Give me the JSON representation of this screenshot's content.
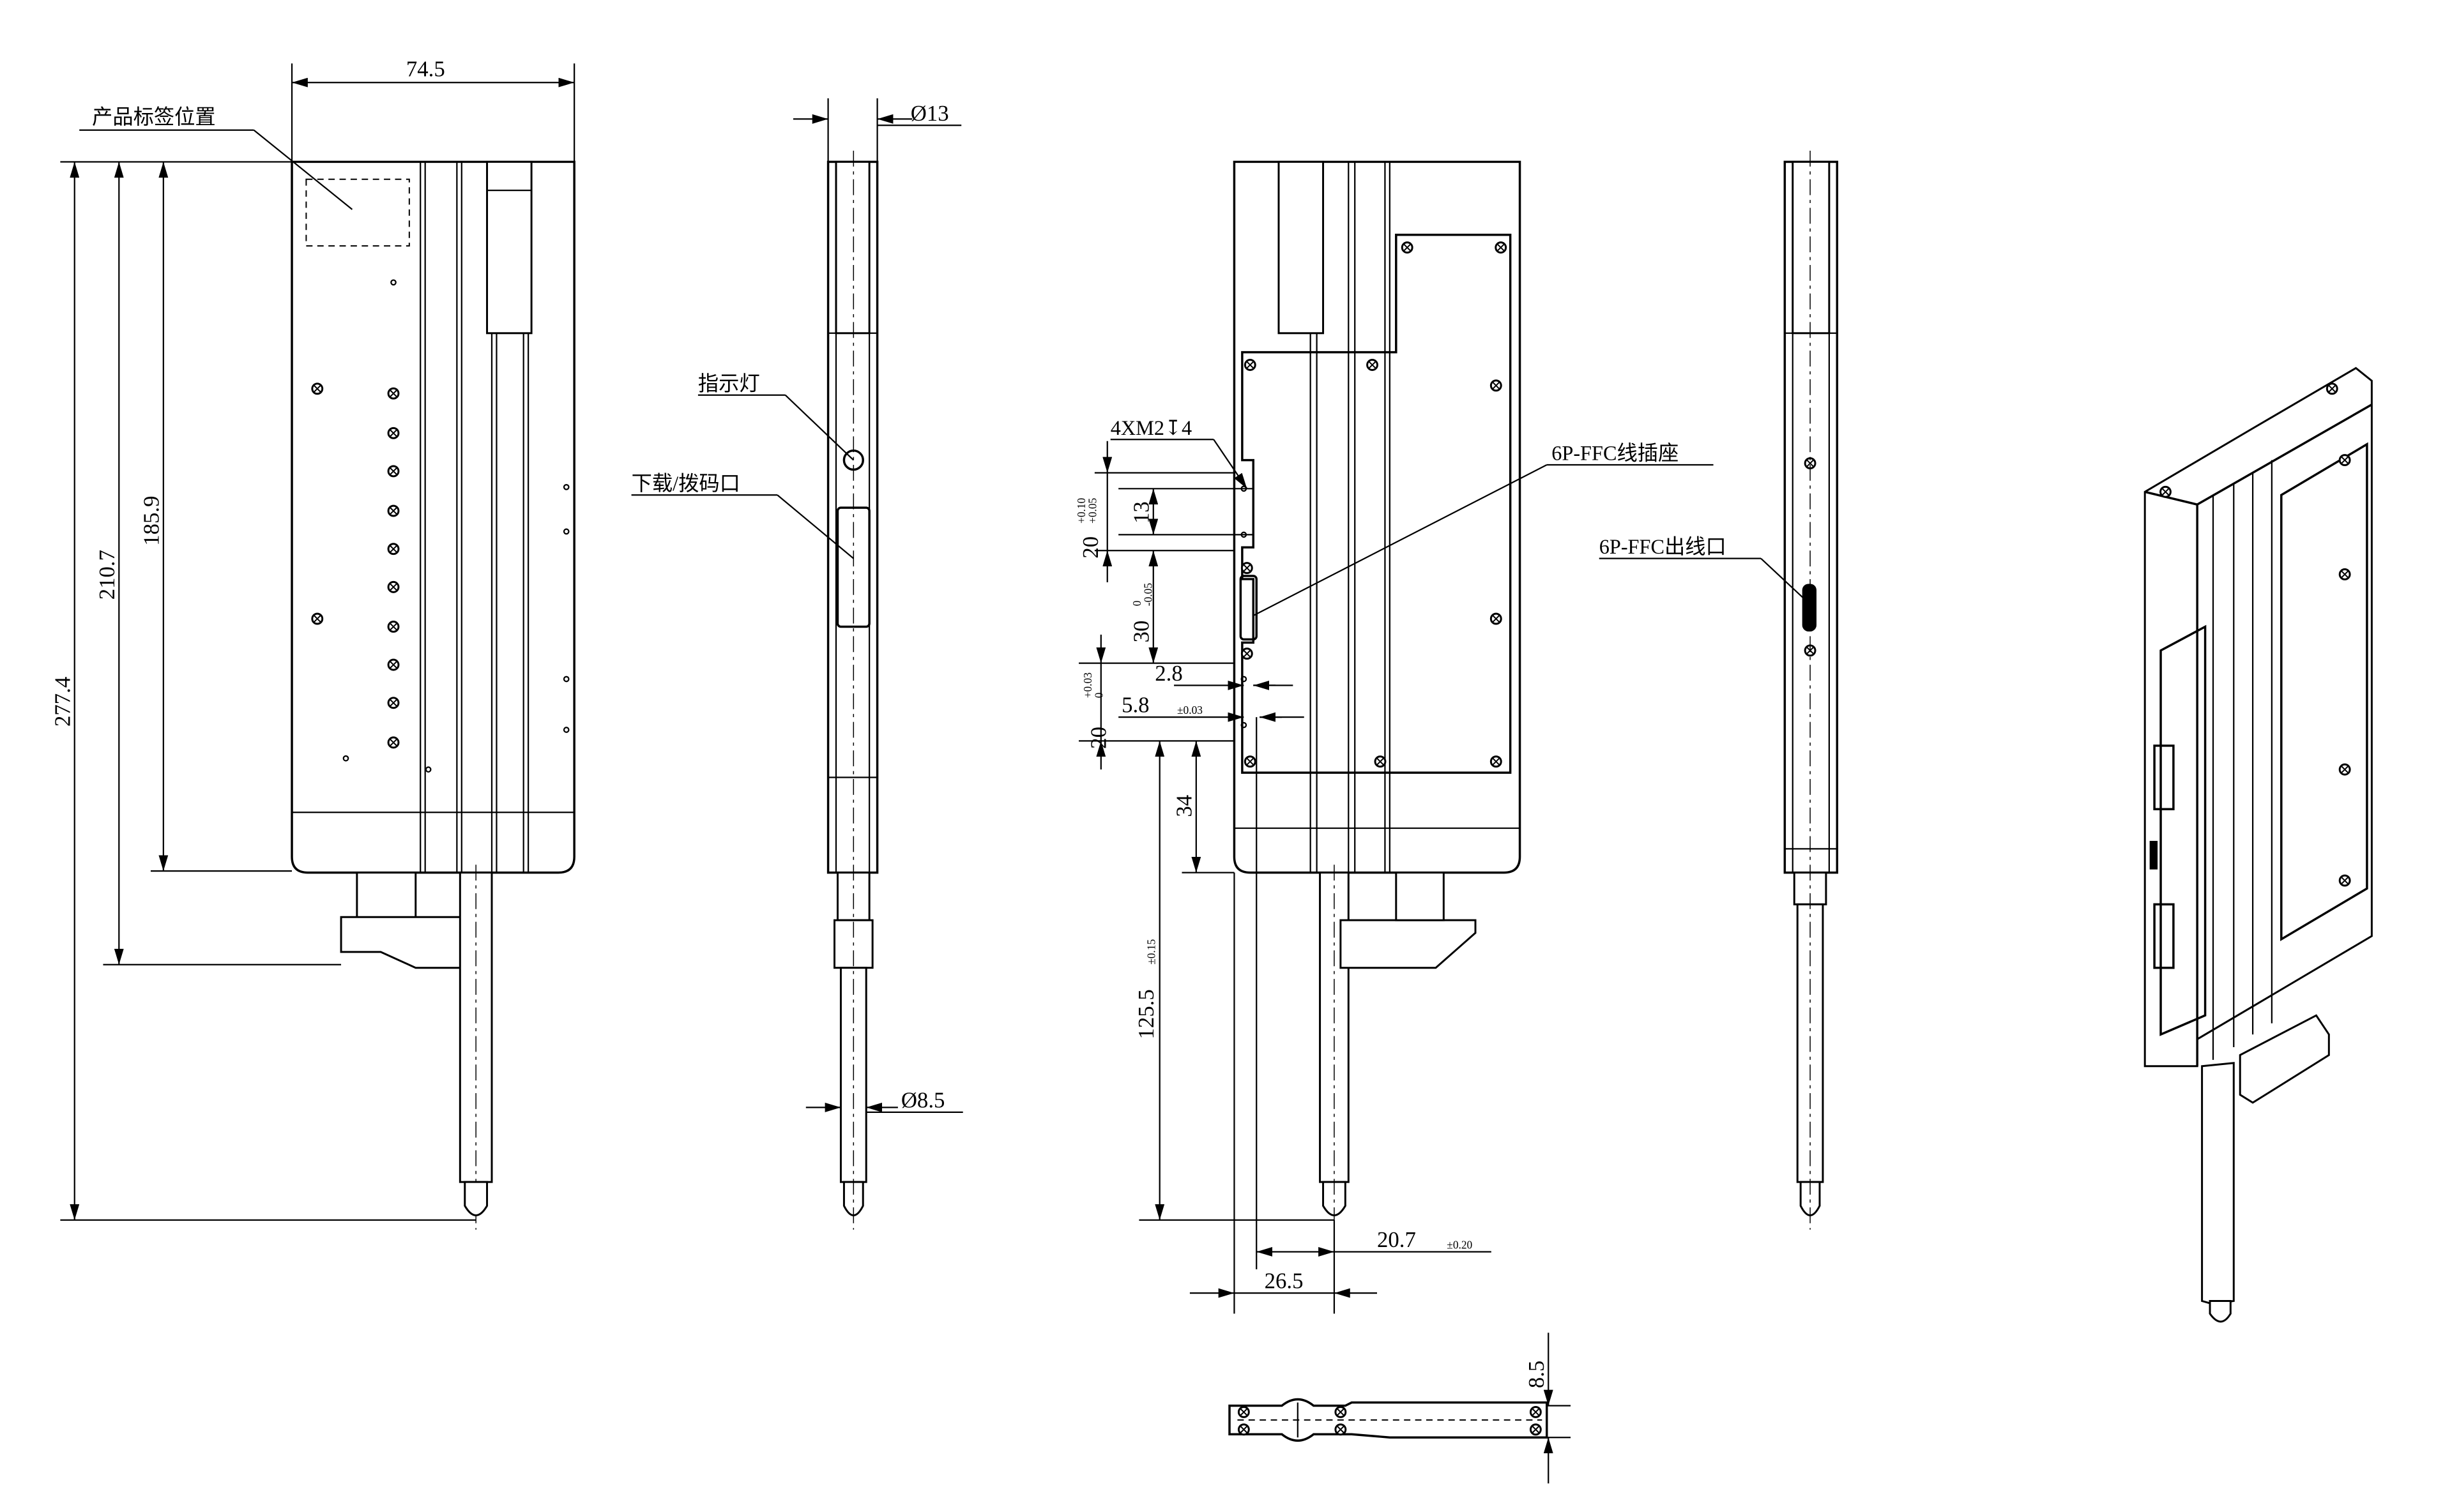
{
  "labels": {
    "product_label_position": "产品标签位置",
    "indicator_light": "指示灯",
    "download_dip_port": "下载/拨码口",
    "ffc_socket": "6P-FFC线插座",
    "ffc_outlet": "6P-FFC出线口",
    "screw_spec": "4XM2",
    "screw_depth": "4"
  },
  "dimensions": {
    "width": "74.5",
    "total_height": "277.4",
    "height_bracket": "210.7",
    "body_height": "185.9",
    "side_diameter": "Ø13",
    "rod_diameter": "Ø8.5",
    "hole_spacing_top": "13",
    "slot_top": "20",
    "slot_top_tol_upper": "+0.10",
    "slot_top_tol_lower": "+0.05",
    "gap": "30",
    "gap_tol_upper": "0",
    "gap_tol_lower": "-0.05",
    "slot_bottom": "20",
    "slot_bottom_tol_upper": "+0.03",
    "slot_bottom_tol_lower": "0",
    "offset_a": "2.8",
    "offset_b": "5.8",
    "offset_b_tol": "±0.03",
    "bottom_gap": "34",
    "stroke": "125.5",
    "stroke_tol": "±0.15",
    "rod_offset": "20.7",
    "rod_offset_tol": "±0.20",
    "rod_from_edge": "26.5",
    "section_thickness": "8.5"
  }
}
